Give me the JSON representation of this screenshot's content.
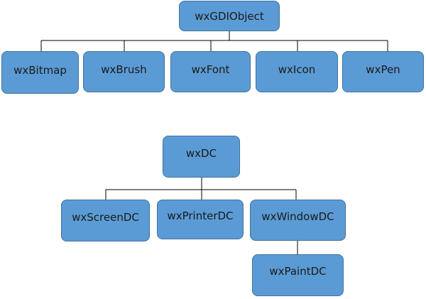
{
  "diagram": {
    "gdi_hierarchy": {
      "root": "wxGDIObject",
      "children": [
        "wxBitmap",
        "wxBrush",
        "wxFont",
        "wxIcon",
        "wxPen"
      ]
    },
    "dc_hierarchy": {
      "root": "wxDC",
      "children": [
        "wxScreenDC",
        "wxPrinterDC",
        "wxWindowDC"
      ],
      "windowdc_child": "wxPaintDC"
    }
  },
  "colors": {
    "node_fill": "#5b9bd5",
    "node_border": "#41719c",
    "connector": "#000000"
  }
}
